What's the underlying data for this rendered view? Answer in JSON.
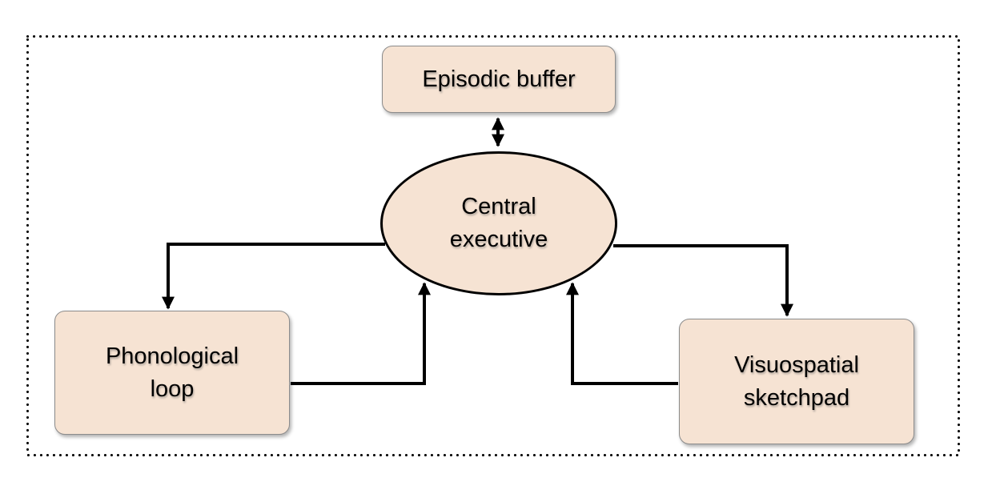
{
  "diagram": {
    "nodes": {
      "episodic_buffer": {
        "label": "Episodic buffer",
        "shape": "rounded-rectangle"
      },
      "central_executive": {
        "line1": "Central",
        "line2": "executive",
        "shape": "ellipse"
      },
      "phonological_loop": {
        "line1": "Phonological",
        "line2": "loop",
        "shape": "rounded-rectangle"
      },
      "visuospatial_sketchpad": {
        "line1": "Visuospatial",
        "line2": "sketchpad",
        "shape": "rounded-rectangle"
      }
    },
    "connections": [
      {
        "from": "episodic_buffer",
        "to": "central_executive",
        "type": "bidirectional-arrow"
      },
      {
        "from": "central_executive",
        "to": "phonological_loop",
        "type": "elbow-arrow"
      },
      {
        "from": "phonological_loop",
        "to": "central_executive",
        "type": "elbow-arrow"
      },
      {
        "from": "central_executive",
        "to": "visuospatial_sketchpad",
        "type": "elbow-arrow"
      },
      {
        "from": "visuospatial_sketchpad",
        "to": "central_executive",
        "type": "elbow-arrow"
      }
    ],
    "colors": {
      "node_fill": "#F6E3D3",
      "node_border": "#8C8C8C",
      "ellipse_border": "#000000",
      "connector": "#000000",
      "dotted_frame": "#000000",
      "background": "#FFFFFF"
    }
  }
}
